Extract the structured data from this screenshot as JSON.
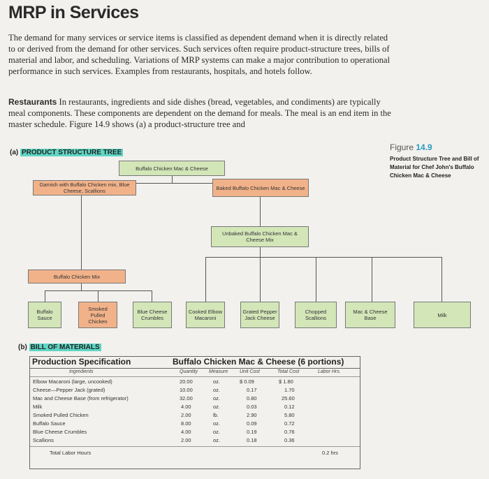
{
  "title": "MRP in Services",
  "intro": "The demand for many services or service items is classified as dependent demand when it is directly related to or derived from the demand for other services. Such services often require product-structure trees, bills of material and labor, and scheduling. Variations of MRP systems can make a major contribution to operational performance in such services. Examples from restaurants, hospitals, and hotels follow.",
  "restaurants": {
    "runin": "Restaurants",
    "text": "In restaurants, ingredients and side dishes (bread, vegetables, and condiments) are typically meal components. These components are dependent on the demand for meals. The meal is an end item in the master schedule. Figure 14.9 shows (a) a product-structure tree and"
  },
  "figure": {
    "label": "Figure",
    "number": "14.9",
    "caption": "Product Structure Tree and Bill of Material for Chef John's Buffalo Chicken Mac & Cheese"
  },
  "tree": {
    "prefix": "(a)",
    "heading": "PRODUCT STRUCTURE TREE",
    "root": "Buffalo Chicken Mac & Cheese",
    "garnish": "Garnish with Buffalo Chicken mix, Blue Cheese, Scallions",
    "baked": "Baked Buffalo Chicken Mac & Cheese",
    "unbaked": "Unbaked Buffalo Chicken Mac & Cheese Mix",
    "mix": "Buffalo Chicken Mix",
    "leaves": [
      "Buffalo Sauce",
      "Smoked Pulled Chicken",
      "Blue Cheese Crumbles",
      "Cooked Elbow Macaroni",
      "Grated Pepper Jack Cheese",
      "Chopped Scallions",
      "Mac & Cheese Base",
      "Milk"
    ]
  },
  "bom": {
    "prefix": "(b)",
    "heading": "BILL OF MATERIALS",
    "spec_title": "Production Specification",
    "product_title": "Buffalo Chicken Mac & Cheese (6 portions)",
    "columns": [
      "Ingredients",
      "Quantity",
      "Measure",
      "Unit Cost",
      "Total Cost",
      "Labor Hrs."
    ],
    "rows": [
      {
        "name": "Elbow Macaroni (large, uncooked)",
        "qty": "20.00",
        "measure": "oz.",
        "unit": "$ 0.09",
        "total": "$ 1.80"
      },
      {
        "name": "Cheese—Pepper Jack (grated)",
        "qty": "10.00",
        "measure": "oz.",
        "unit": "0.17",
        "total": "1.70"
      },
      {
        "name": "Mac and Cheese Base (from refrigerator)",
        "qty": "32.00",
        "measure": "oz.",
        "unit": "0.80",
        "total": "25.60"
      },
      {
        "name": "Milk",
        "qty": "4.00",
        "measure": "oz.",
        "unit": "0.03",
        "total": "0.12"
      },
      {
        "name": "Smoked Pulled Chicken",
        "qty": "2.00",
        "measure": "lb.",
        "unit": "2.90",
        "total": "5.80"
      },
      {
        "name": "Buffalo Sauce",
        "qty": "8.00",
        "measure": "oz.",
        "unit": "0.09",
        "total": "0.72"
      },
      {
        "name": "Blue Cheese Crumbles",
        "qty": "4.00",
        "measure": "oz.",
        "unit": "0.19",
        "total": "0.76"
      },
      {
        "name": "Scallions",
        "qty": "2.00",
        "measure": "oz.",
        "unit": "0.18",
        "total": "0.36"
      }
    ],
    "total_label": "Total Labor Hours",
    "total_labor": "0.2 hrs"
  }
}
